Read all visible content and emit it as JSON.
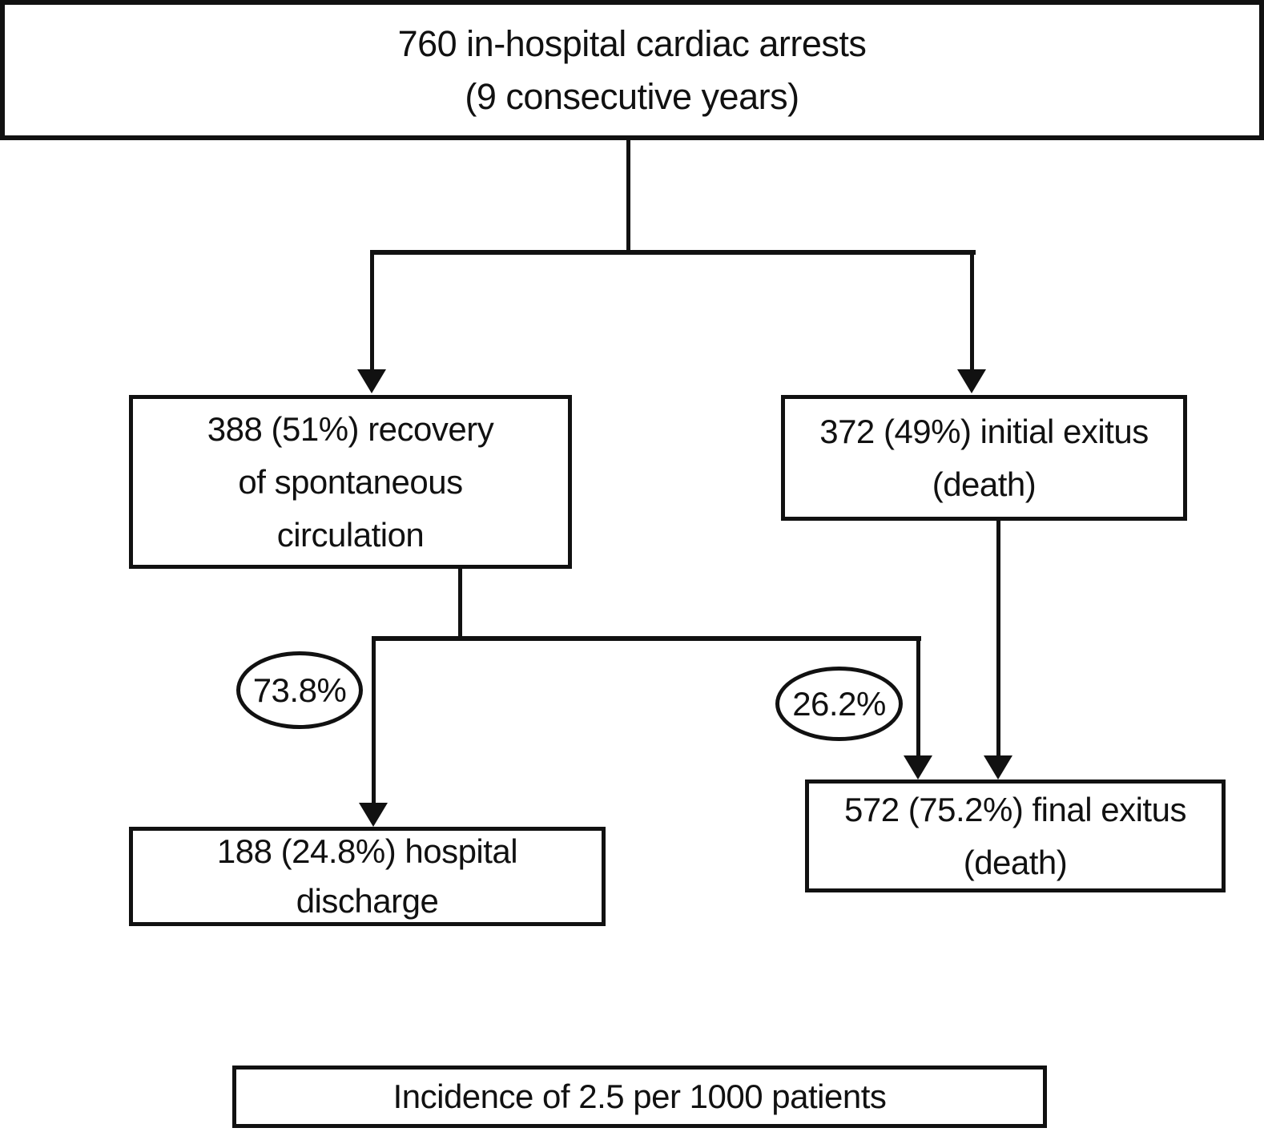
{
  "diagram": {
    "title_hint": "In-hospital cardiac arrest outcome flowchart",
    "colors": {
      "ink": "#111111",
      "background": "#ffffff"
    },
    "nodes": {
      "root": {
        "lines": [
          "760 in-hospital cardiac arrests",
          "(9 consecutive years)"
        ]
      },
      "roc": {
        "lines": [
          "388 (51%) recovery",
          "of spontaneous",
          "circulation"
        ]
      },
      "initial_exitus": {
        "lines": [
          "372 (49%) initial exitus",
          "(death)"
        ]
      },
      "discharge": {
        "lines": [
          "188 (24.8%) hospital",
          "discharge"
        ]
      },
      "final_exitus": {
        "lines": [
          "572 (75.2%) final exitus",
          "(death)"
        ]
      },
      "incidence": {
        "lines": [
          "Incidence of 2.5 per 1000 patients"
        ]
      }
    },
    "edges": [
      {
        "from": "root",
        "to": "roc",
        "label": ""
      },
      {
        "from": "root",
        "to": "initial_exitus",
        "label": ""
      },
      {
        "from": "roc",
        "to": "discharge",
        "label": "73.8%"
      },
      {
        "from": "roc",
        "to": "final_exitus",
        "label": "26.2%"
      },
      {
        "from": "initial_exitus",
        "to": "final_exitus",
        "label": ""
      }
    ]
  }
}
